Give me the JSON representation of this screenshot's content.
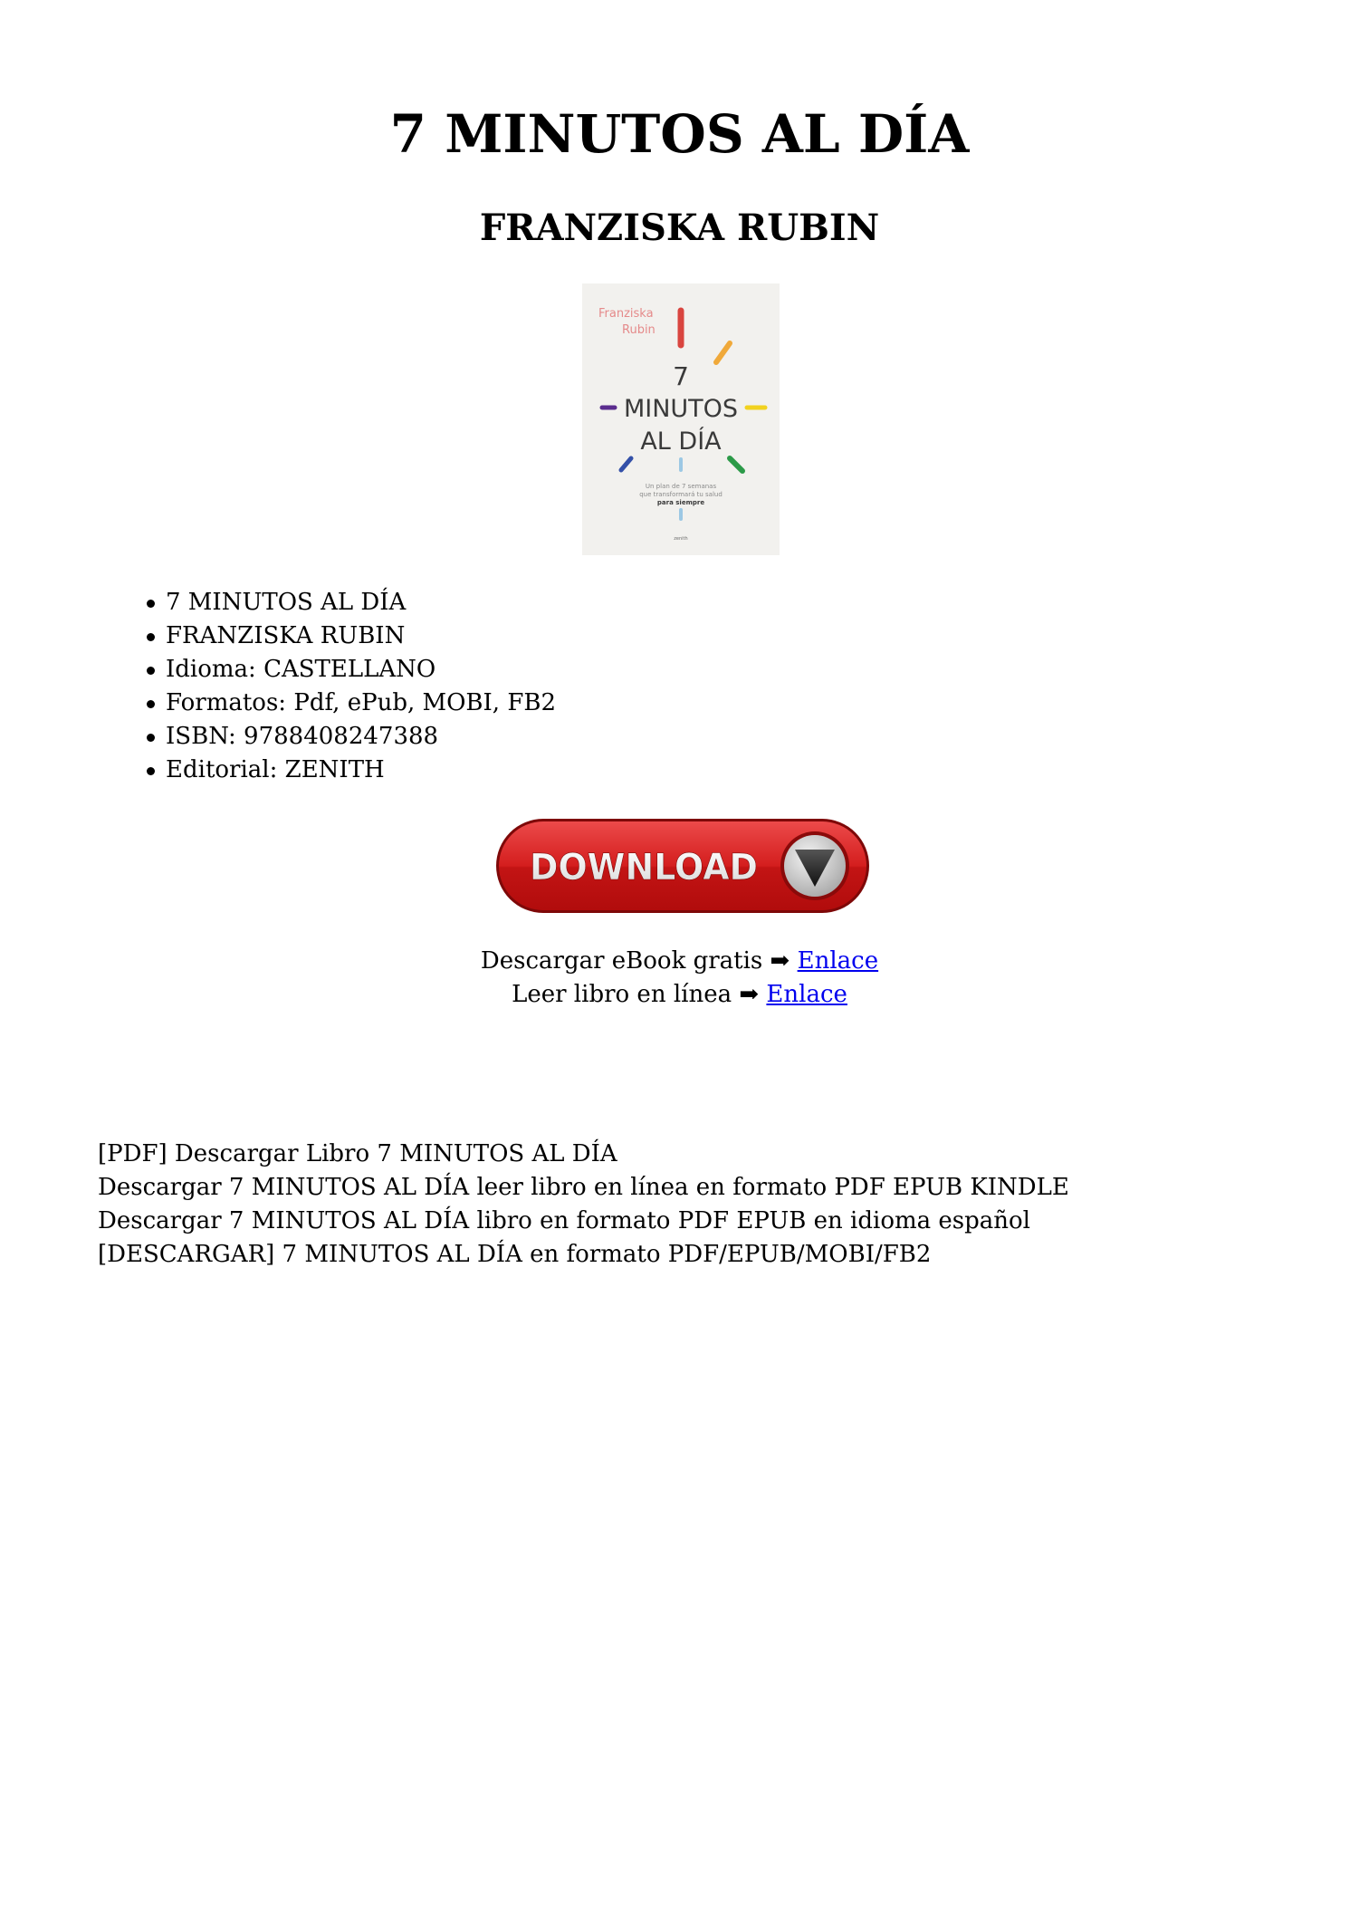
{
  "header": {
    "title": "7 MINUTOS AL DÍA",
    "author": "FRANZISKA RUBIN"
  },
  "cover": {
    "author_line1": "Franziska",
    "author_line2": "Rubin",
    "number": "7",
    "title_line1": "MINUTOS",
    "title_line2": "AL DÍA",
    "subtitle_line1": "Un plan de 7 semanas",
    "subtitle_line2": "que transformará tu salud",
    "subtitle_line3": "para siempre",
    "publisher": "zenith",
    "colors": {
      "background": "#f2f1ee",
      "red": "#d9453f",
      "orange": "#f0a93a",
      "yellow": "#f2d21f",
      "green": "#2c9a48",
      "lightblue": "#9cc8e4",
      "blue": "#3350a8",
      "purple": "#5b2d8e",
      "author_text": "#e58a8a",
      "title_text": "#3a3a3a"
    }
  },
  "info": {
    "items": [
      "7 MINUTOS AL DÍA",
      "FRANZISKA RUBIN",
      "Idioma: CASTELLANO",
      "Formatos: Pdf, ePub, MOBI, FB2",
      "ISBN: 9788408247388",
      "Editorial: ZENITH"
    ]
  },
  "download_button": {
    "label": "DOWNLOAD",
    "icon": "arrow-down-circle",
    "colors": {
      "red_top": "#e23a3a",
      "red_bottom": "#b80d0d",
      "border": "#8c0a0a"
    }
  },
  "links": {
    "download_text": "Descargar eBook gratis",
    "read_text": "Leer libro en línea",
    "arrow": "➡",
    "download_link": "Enlace",
    "read_link": "Enlace",
    "link_color": "#0000ee"
  },
  "seo_lines": [
    "[PDF] Descargar Libro 7 MINUTOS AL DÍA",
    "Descargar 7 MINUTOS AL DÍA leer libro en línea en formato PDF EPUB KINDLE",
    "Descargar 7 MINUTOS AL DÍA libro en formato PDF EPUB en idioma español",
    "[DESCARGAR] 7 MINUTOS AL DÍA en formato PDF/EPUB/MOBI/FB2"
  ]
}
